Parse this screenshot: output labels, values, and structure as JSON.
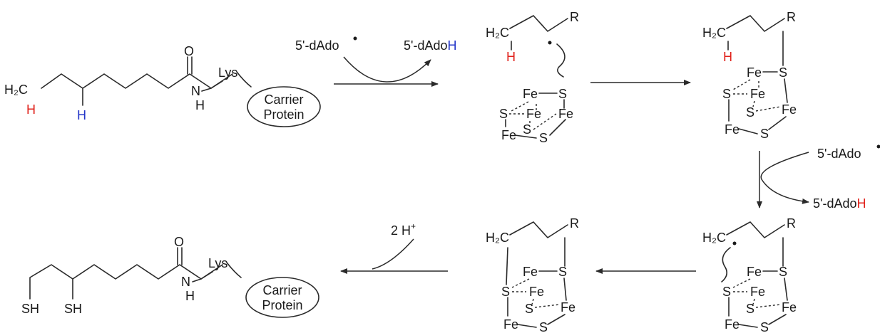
{
  "atoms": {
    "h2c": "H₂C",
    "h": "H",
    "o": "O",
    "n": "N",
    "lys": "Lys",
    "r": "R",
    "fe": "Fe",
    "s": "S",
    "sh": "SH"
  },
  "reagents": {
    "dado_radical": "5'-dAdo",
    "dado_h": "5'-dAdo",
    "proton": "2 H"
  },
  "carrier": {
    "line1": "Carrier",
    "line2": "Protein"
  },
  "colors": {
    "red_h": "#e0221b",
    "blue_h": "#2436c8",
    "ink": "#1a1a1a"
  }
}
